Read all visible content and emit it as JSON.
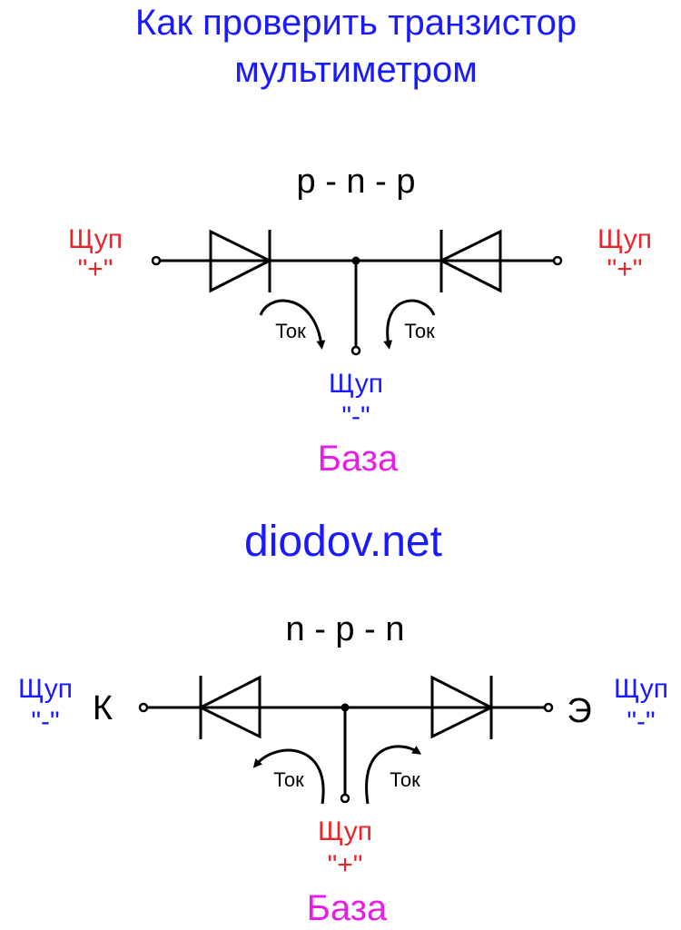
{
  "title": {
    "line1": "Как проверить транзистор",
    "line2": "мультиметром"
  },
  "watermark": "diodov.net",
  "colors": {
    "title": "#1a1aff",
    "positive_probe": "#e8262b",
    "negative_probe": "#1a1aff",
    "base": "#e61ee6",
    "wire": "#000000",
    "background": "#ffffff"
  },
  "pnp": {
    "type_label": "p - n - p",
    "left_probe": {
      "name": "Щуп",
      "sign": "\"+\""
    },
    "right_probe": {
      "name": "Щуп",
      "sign": "\"+\""
    },
    "bottom_probe": {
      "name": "Щуп",
      "sign": "\"-\""
    },
    "base_label": "База",
    "current_left": "Ток",
    "current_right": "Ток"
  },
  "npn": {
    "type_label": "n - p - n",
    "left_probe": {
      "name": "Щуп",
      "sign": "\"-\""
    },
    "right_probe": {
      "name": "Щуп",
      "sign": "\"-\""
    },
    "bottom_probe": {
      "name": "Щуп",
      "sign": "\"+\""
    },
    "collector_label": "К",
    "emitter_label": "Э",
    "base_label": "База",
    "current_left": "Ток",
    "current_right": "Ток"
  }
}
